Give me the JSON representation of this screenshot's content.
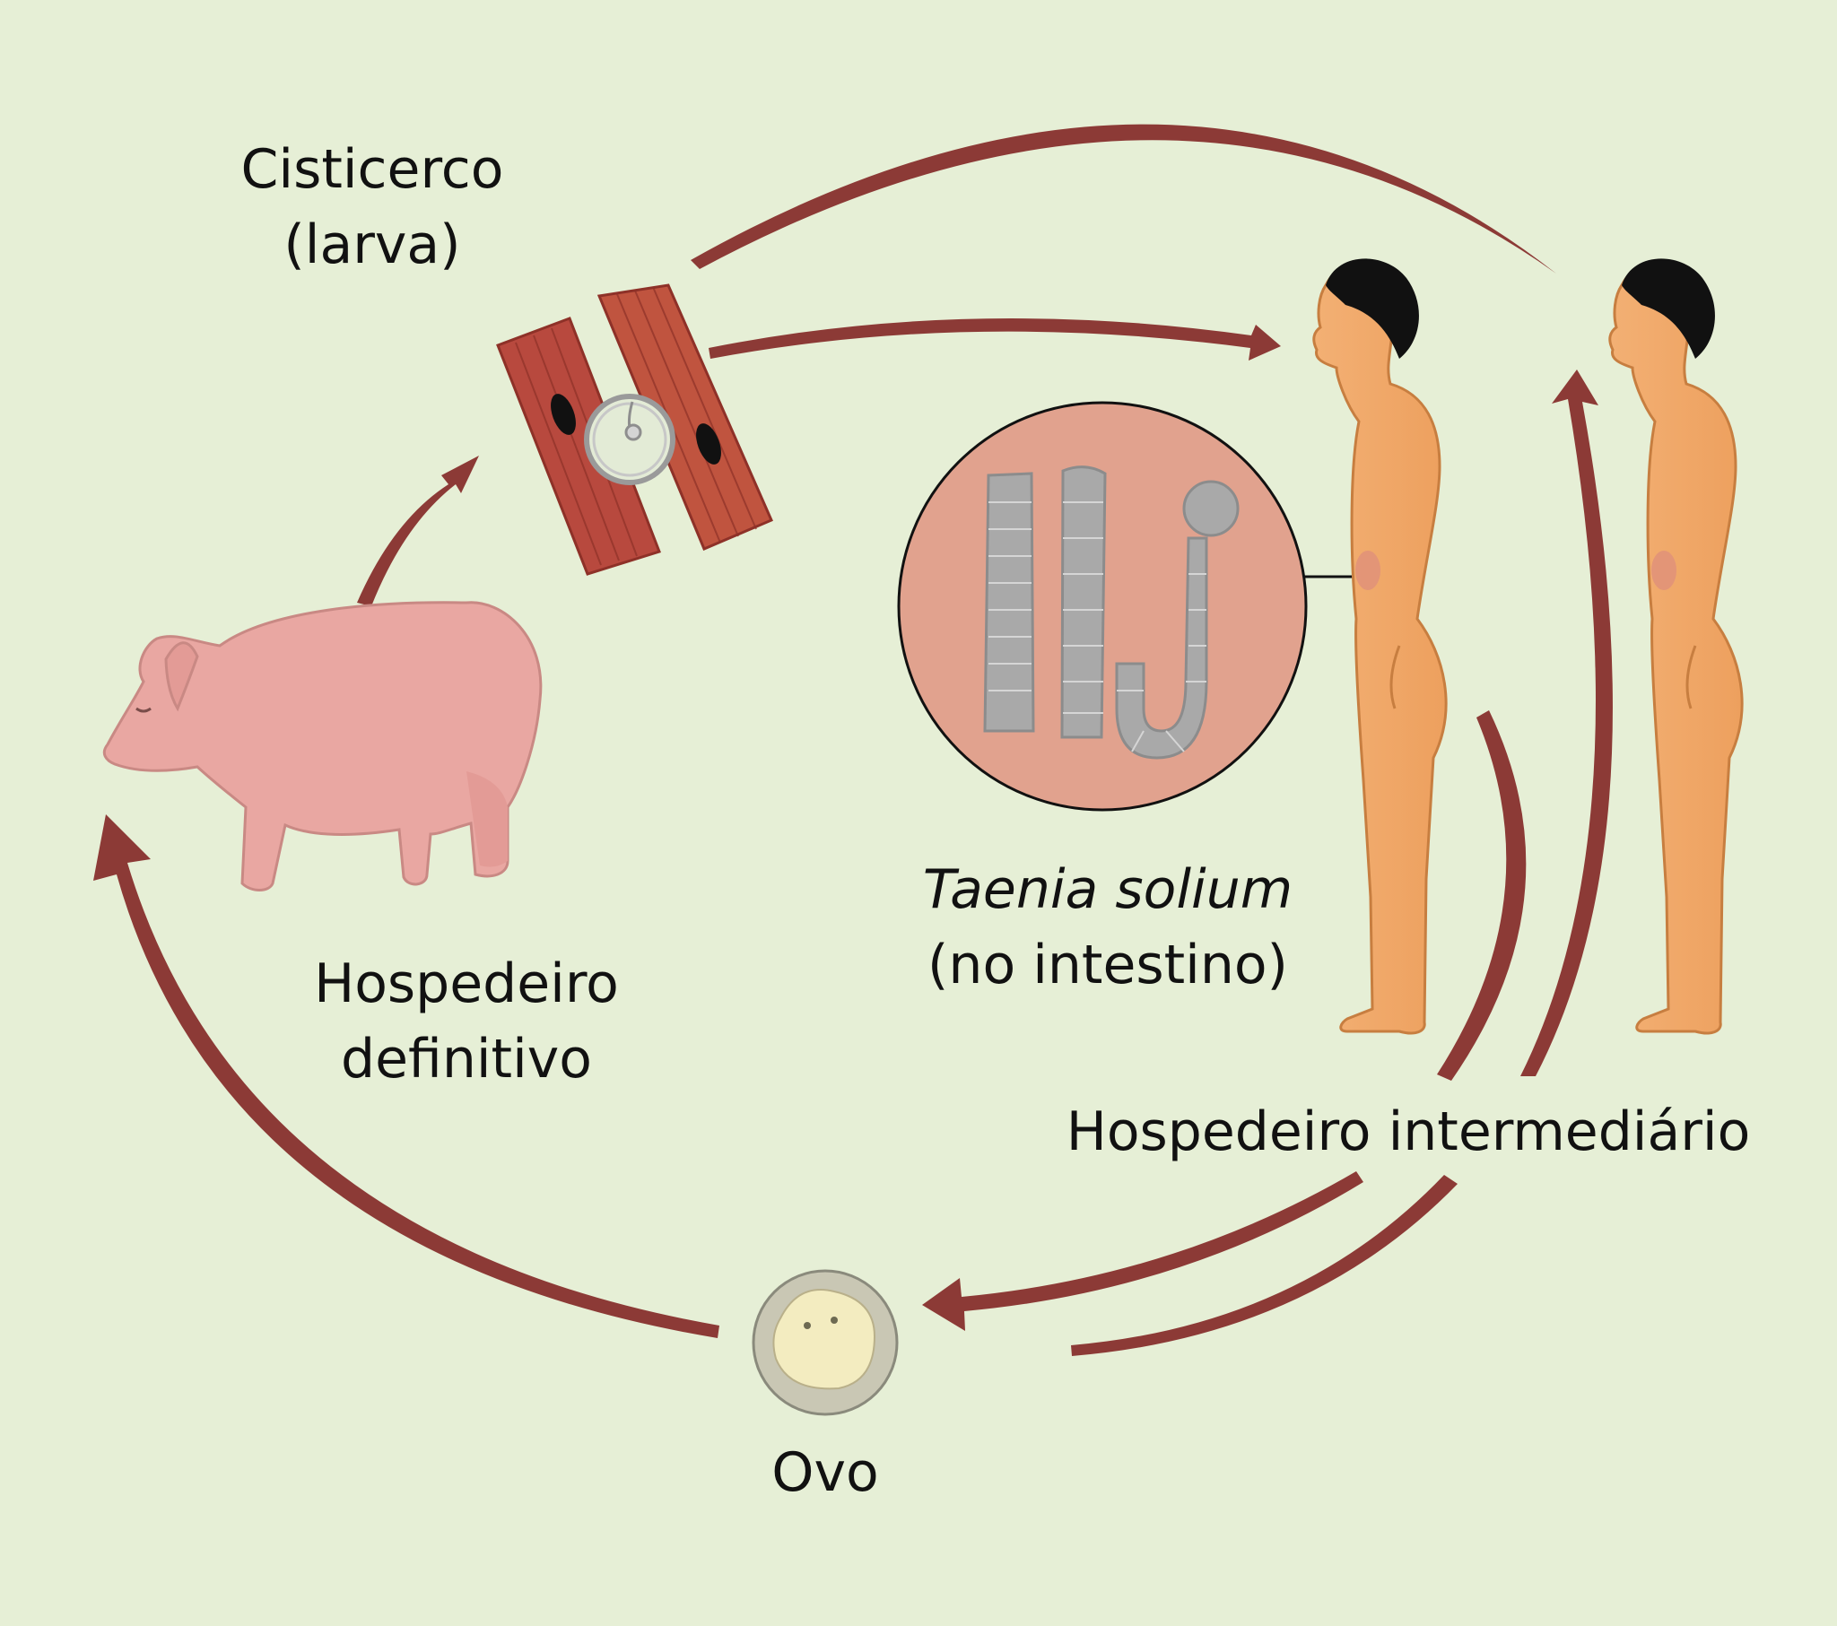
{
  "labels": {
    "cisticerco": "Cisticerco",
    "larva": "(larva)",
    "hosp_def_1": "Hospedeiro",
    "hosp_def_2": "definitivo",
    "taenia": "Taenia solium",
    "intestino": "(no intestino)",
    "hosp_int": "Hospedeiro intermediário",
    "ovo": "Ovo"
  },
  "colors": {
    "background": "#e6efd6",
    "arrow": "#8c3a36",
    "pig": "#e9a7a2",
    "muscle": "#b8493e",
    "skin": "#f2aa6a",
    "hair": "#141414",
    "lens": "#e1a28e",
    "worm": "#a9a9a9",
    "egg_shell": "#c9c7b4",
    "egg_yolk": "#f3ecc0"
  },
  "icons": [
    "pig-icon",
    "muscle-fiber-icon",
    "cysticercus-icon",
    "tapeworm-lens-icon",
    "human-figure-icon",
    "egg-icon",
    "arrow-icon"
  ]
}
